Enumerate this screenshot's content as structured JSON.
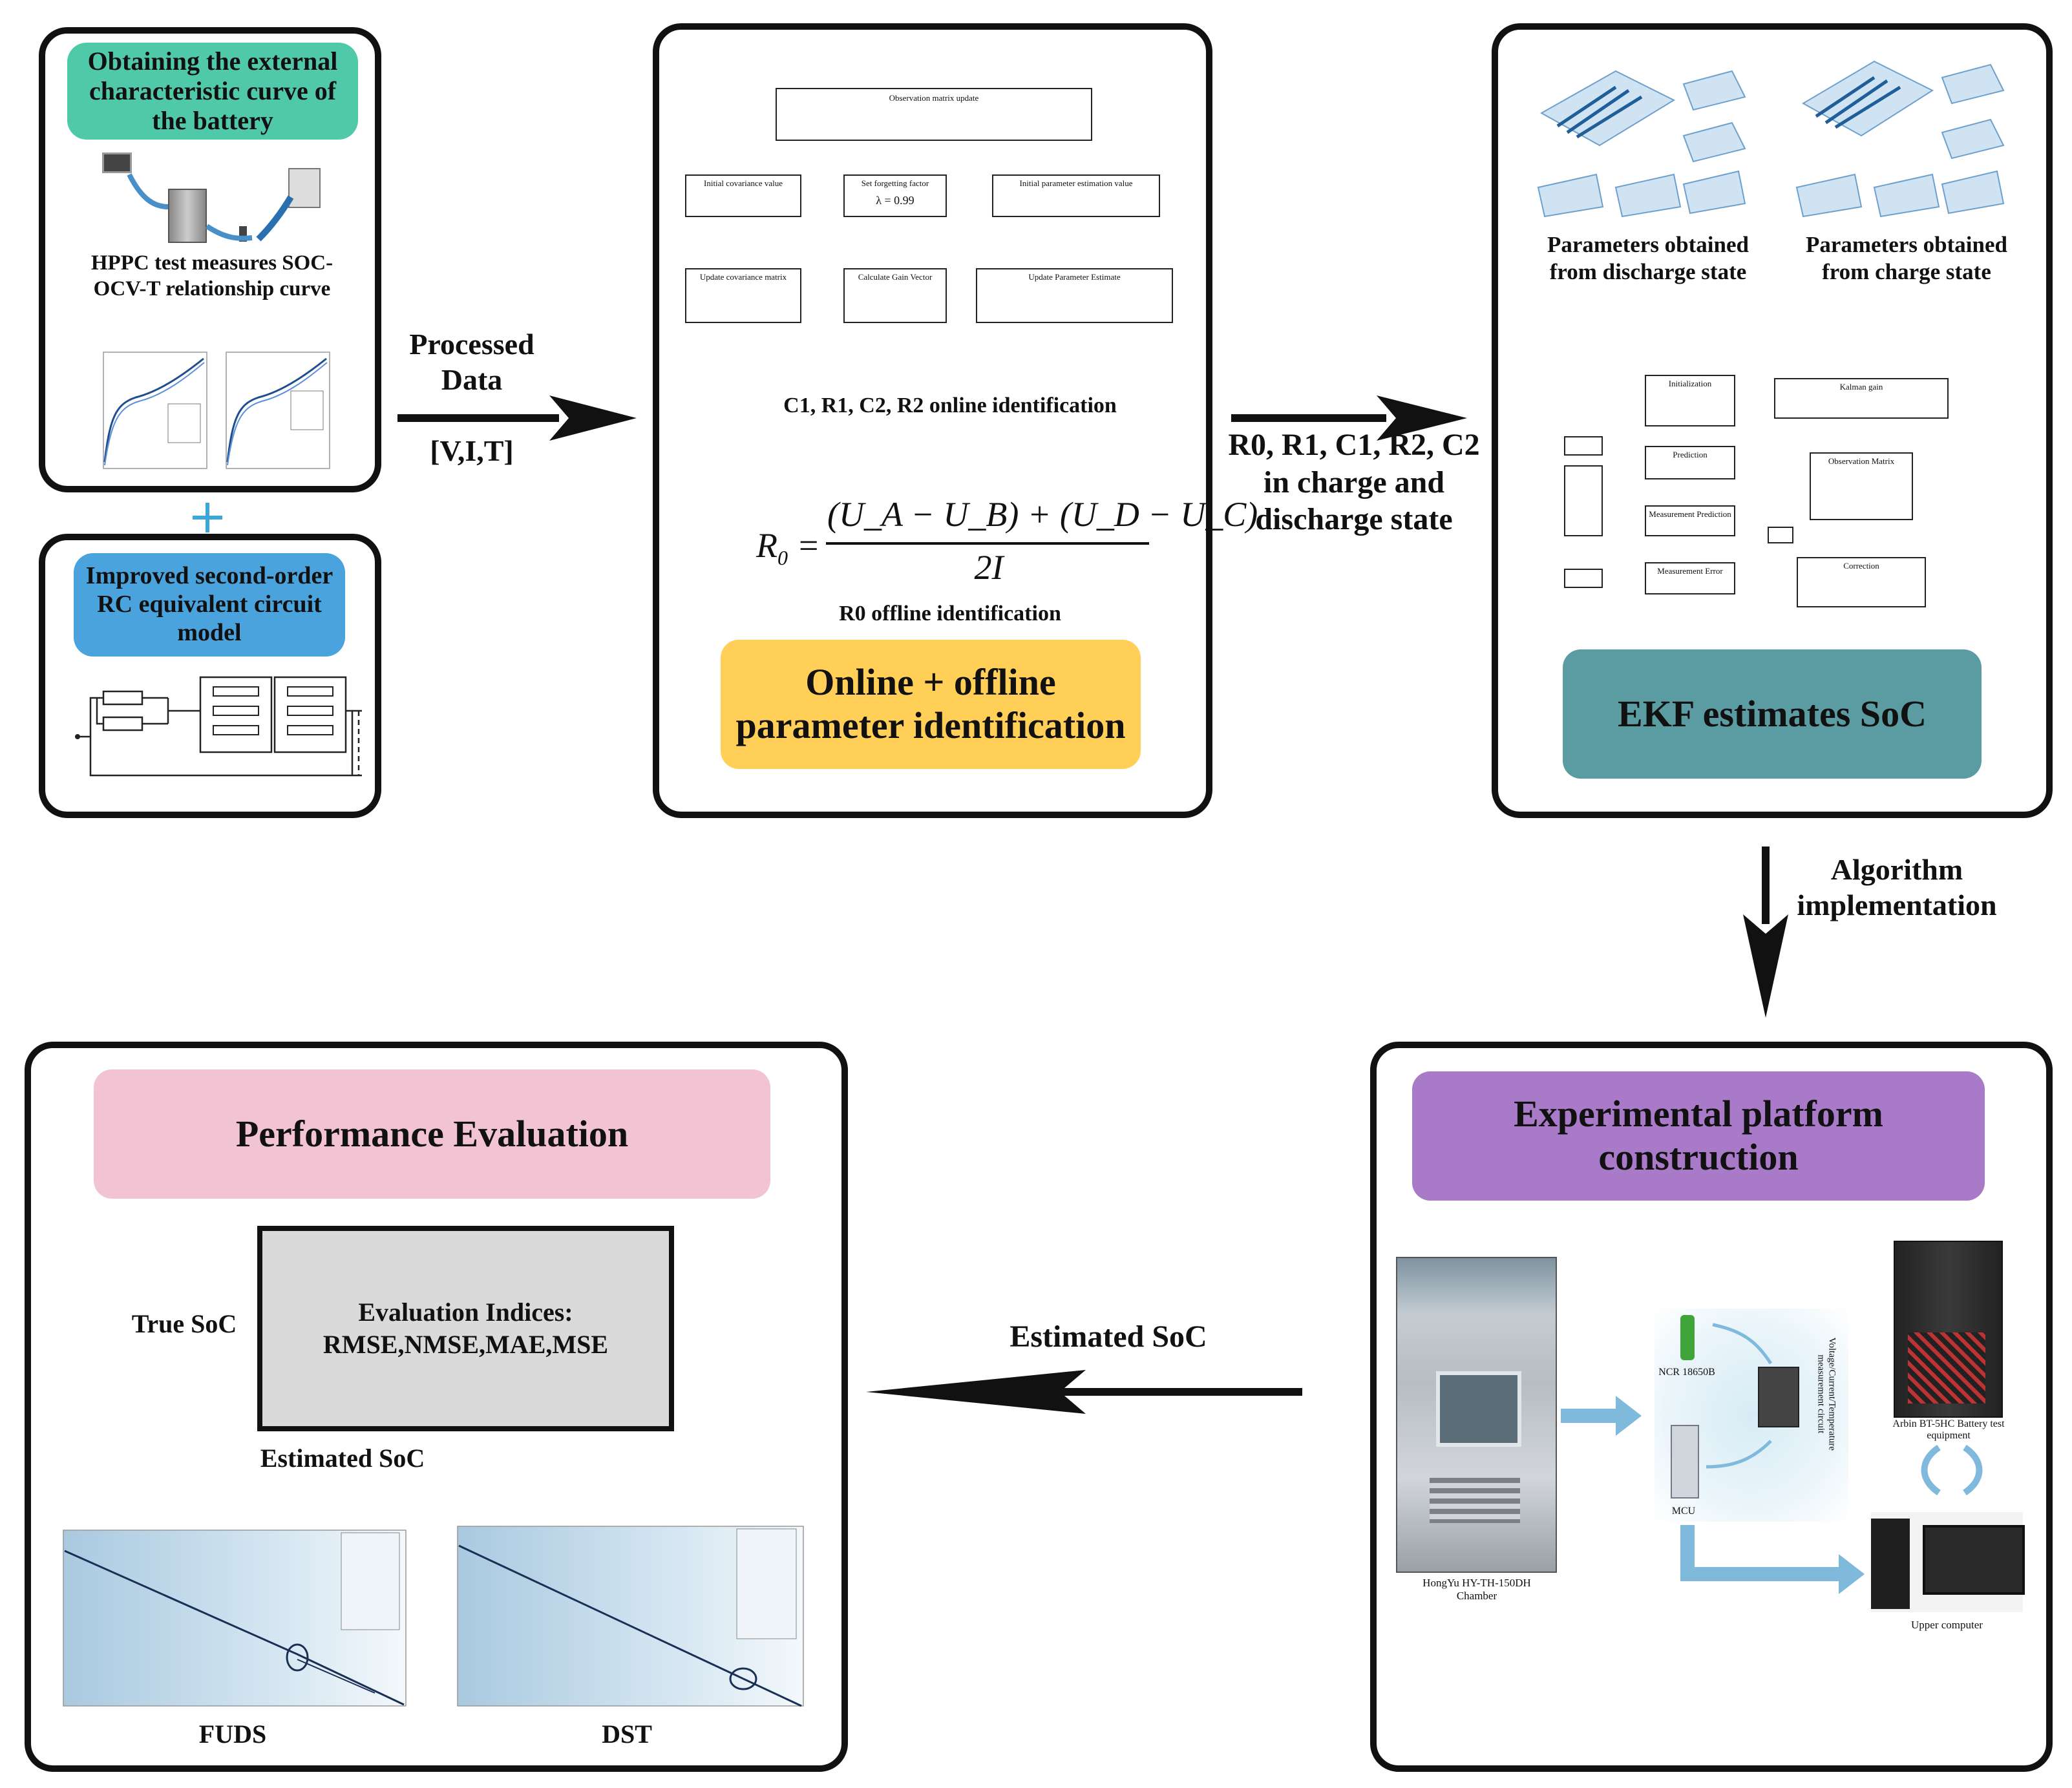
{
  "colors": {
    "teal": "#4fc9a8",
    "blue": "#4aa3dc",
    "yellow": "#ffcf57",
    "slate": "#5b9ca3",
    "pink": "#f2c4d3",
    "purple": "#a97ac8",
    "cyan_arrow": "#2fa7c9"
  },
  "panel1": {
    "title": "Obtaining the external characteristic curve of the battery",
    "hppc_text": "HPPC test measures SOC-OCV-T relationship curve",
    "model_title": "Improved second-order RC equivalent circuit model"
  },
  "arrow1": {
    "label_top": "Processed Data",
    "label_bottom": "[V,I,T]"
  },
  "panel2": {
    "obs_box": "Observation matrix update",
    "init_cov": "Initial covariance value",
    "forget": "Set forgetting factor",
    "forget_val": "λ = 0.99",
    "init_param": "Initial parameter estimation value",
    "update_cov": "Update covariance matrix",
    "gain": "Calculate Gain Vector",
    "update_param": "Update Parameter Estimate",
    "online_label": "C1, R1, C2, R2 online identification",
    "formula_lhs": "R",
    "formula_lhs_sub": "0",
    "formula_num": "(U_A − U_B) + (U_D − U_C)",
    "formula_den": "2I",
    "offline_label": "R0 offline identification",
    "banner": "Online + offline parameter identification"
  },
  "arrow2": {
    "label": "R0, R1, C1, R2, C2 in charge and discharge state"
  },
  "panel3": {
    "discharge_label": "Parameters obtained from discharge state",
    "charge_label": "Parameters obtained from charge state",
    "init_box": "Initialization",
    "pred_box": "Prediction",
    "meas_pred_box": "Measurement Prediction",
    "meas_err_box": "Measurement Error",
    "kalman_box": "Kalman gain",
    "obs_matrix_box": "Observation Matrix",
    "correction_box": "Correction",
    "banner": "EKF estimates SoC"
  },
  "arrow3": {
    "label": "Algorithm implementation"
  },
  "panel4": {
    "banner": "Experimental platform construction",
    "chamber_label": "HongYu HY-TH-150DH Chamber",
    "cell_label": "NCR 18650B",
    "circuit_label": "Voltage/Current/Temperature measurement circuit",
    "mcu_label": "MCU",
    "arbin_label": "Arbin BT-5HC Battery test equipment",
    "pc_label": "Upper computer"
  },
  "arrow4": {
    "label": "Estimated SoC"
  },
  "panel5": {
    "banner": "Performance Evaluation",
    "true_soc": "True SoC",
    "box_line1": "Evaluation Indices:",
    "box_line2": "RMSE,NMSE,MAE,MSE",
    "estimated_soc": "Estimated SoC",
    "chart1_label": "FUDS",
    "chart2_label": "DST"
  }
}
